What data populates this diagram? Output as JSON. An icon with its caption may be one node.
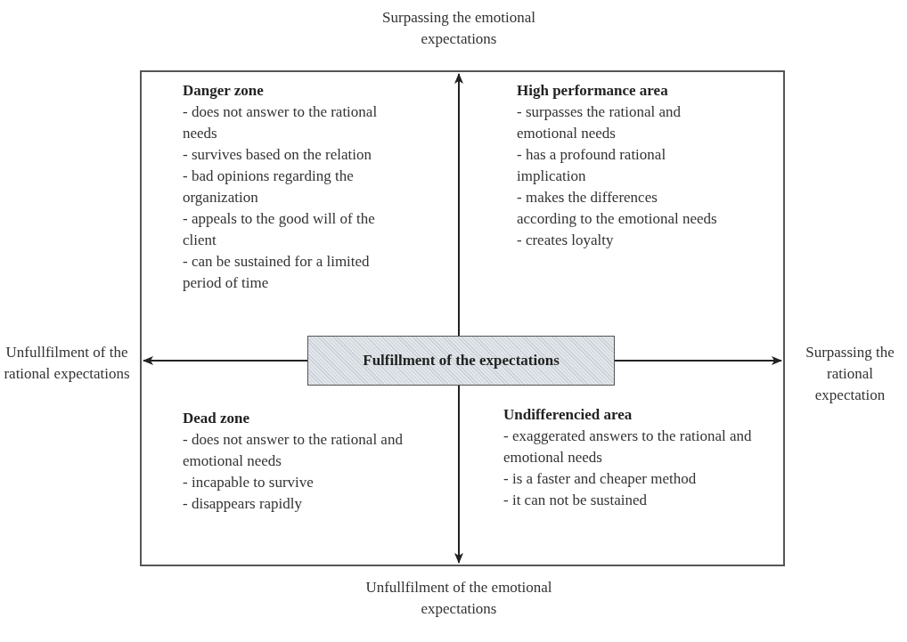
{
  "diagram": {
    "nodes": [
      {
        "text": [
          "Fulfillment of the expectations"
        ]
      }
    ],
    "labels": [
      "Surpassing the emotional expectations",
      "Danger zone",
      "- does not answer to the rational needs",
      "- survives based on the relation",
      "- bad opinions regarding the organization",
      "- appeals to the good will of the client",
      "- can be sustained for a limited period of time",
      "High performance area",
      "- surpasses the rational and emotional needs",
      "- has a profound rational implication",
      "- makes the differences according to the emotional needs",
      "- creates loyalty",
      "Unfullfilment of the rational expectations",
      "Surpassing the rational expectation",
      "Dead zone",
      "- does not answer to the rational and emotional needs",
      "- incapable to survive",
      "- disappears rapidly",
      "Undifferencied area",
      "- exaggerated answers to the rational and emotional needs",
      "- is a faster and cheaper method",
      "- it can not be sustained",
      "Unfullfilment of the emotional expectations"
    ]
  }
}
